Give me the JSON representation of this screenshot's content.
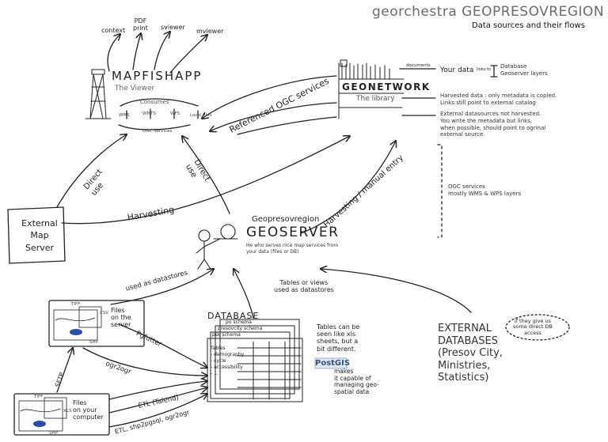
{
  "title": "georchestra GEOPRESOVREGION",
  "subtitle": "Data sources and their flows",
  "viewer_apps": {
    "context": "context",
    "pdf_print": "PDF\nprint",
    "sviewer": "sviewer",
    "mviewer": "mviewer"
  },
  "mapfishapp": {
    "title": "MAPFISHAPP",
    "subtitle": "The Viewer",
    "consumes": "Consumes",
    "services": [
      "WMS",
      "WMTS",
      "WFS",
      "Local files"
    ],
    "ogc_services": "OGC Services"
  },
  "geonetwork": {
    "title": "GEONETWORK",
    "subtitle": "The library",
    "documents": "documents",
    "your_data": "Your data",
    "links_to": "links to",
    "database_layers": "Database\nGeoserver layers",
    "harvested_desc": "Harvested data : only metadata is copied.\nLinks still point to external catalog",
    "external_desc": "External datasources not harvested.\nYou write the metadata but links,\nwhen possible, should point to ogrinal\nexternal source",
    "ogc_services_desc": "OGC services\nmostly WMS & WPS layers"
  },
  "flows": {
    "referenced_ogc": "Referenced OGC services",
    "direct_use_left": "Direct\nuse",
    "direct_use_mid": "Direct\nuse",
    "harvesting": "Harvesting",
    "harvesting_manual": "Harvesting / manual entry",
    "used_as_datastores": "used as datastores",
    "tables_views": "Tables or views\nused as datastores",
    "pgfutter": "Pgfutter",
    "ogr2ogr": "ogr2ogr",
    "sftp": "SFTP",
    "etl_talend": "ETL (Talend)",
    "etl_shp": "ETL, shp2pgsql, ogr2ogr"
  },
  "external_map_server": "External\nMap\nServer",
  "geoserver": {
    "prefix": "Geopresovregion",
    "title": "GEOSERVER",
    "desc": "He who serves nice map services from your data (files or DB)"
  },
  "files_server": {
    "label": "Files\non the\nserver",
    "tags": [
      "TIFF",
      "CSV",
      "SHP"
    ]
  },
  "files_computer": {
    "label": "Files\non your\ncomputer",
    "tags": [
      "TIFF",
      "XLS",
      "SHP"
    ]
  },
  "database": {
    "title": "DATABASE",
    "schemas": [
      "pu schema",
      "presovcity schema",
      "psk schema"
    ],
    "tables_label": "Tables",
    "tables": [
      "- demography",
      "- cycle",
      "- accessibility",
      "- ..."
    ],
    "note": "Tables can be\nseen like xls\nsheets, but a\nbit different."
  },
  "postgis": {
    "label": "PostGIS",
    "desc": "makes\nit capable of\nmanaging geo-\nspatial data"
  },
  "external_databases": {
    "label": "EXTERNAL\nDATABASES\n(Presov City,\nMinistries,\nStatistics)",
    "note": "if they give us\nsome direct DB\naccess"
  }
}
